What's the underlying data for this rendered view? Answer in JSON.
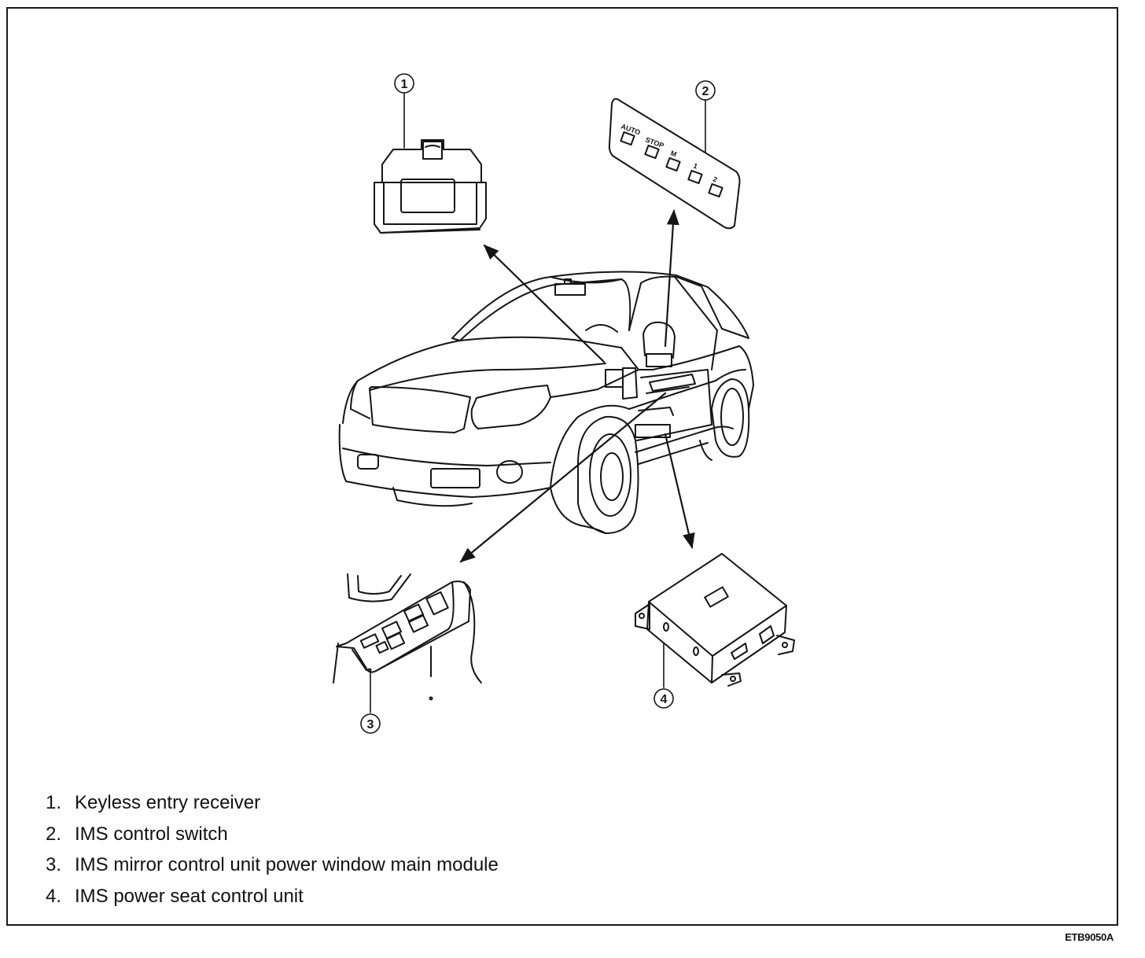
{
  "callouts": [
    "1",
    "2",
    "3",
    "4"
  ],
  "switch_labels": [
    "AUTO",
    "STOP",
    "M",
    "1",
    "2"
  ],
  "legend": [
    {
      "number": "1.",
      "text": "Keyless entry receiver"
    },
    {
      "number": "2.",
      "text": "IMS control switch"
    },
    {
      "number": "3.",
      "text": "IMS mirror control unit power window main module"
    },
    {
      "number": "4.",
      "text": "IMS power seat control unit"
    }
  ],
  "figure_code": "ETB9050A"
}
